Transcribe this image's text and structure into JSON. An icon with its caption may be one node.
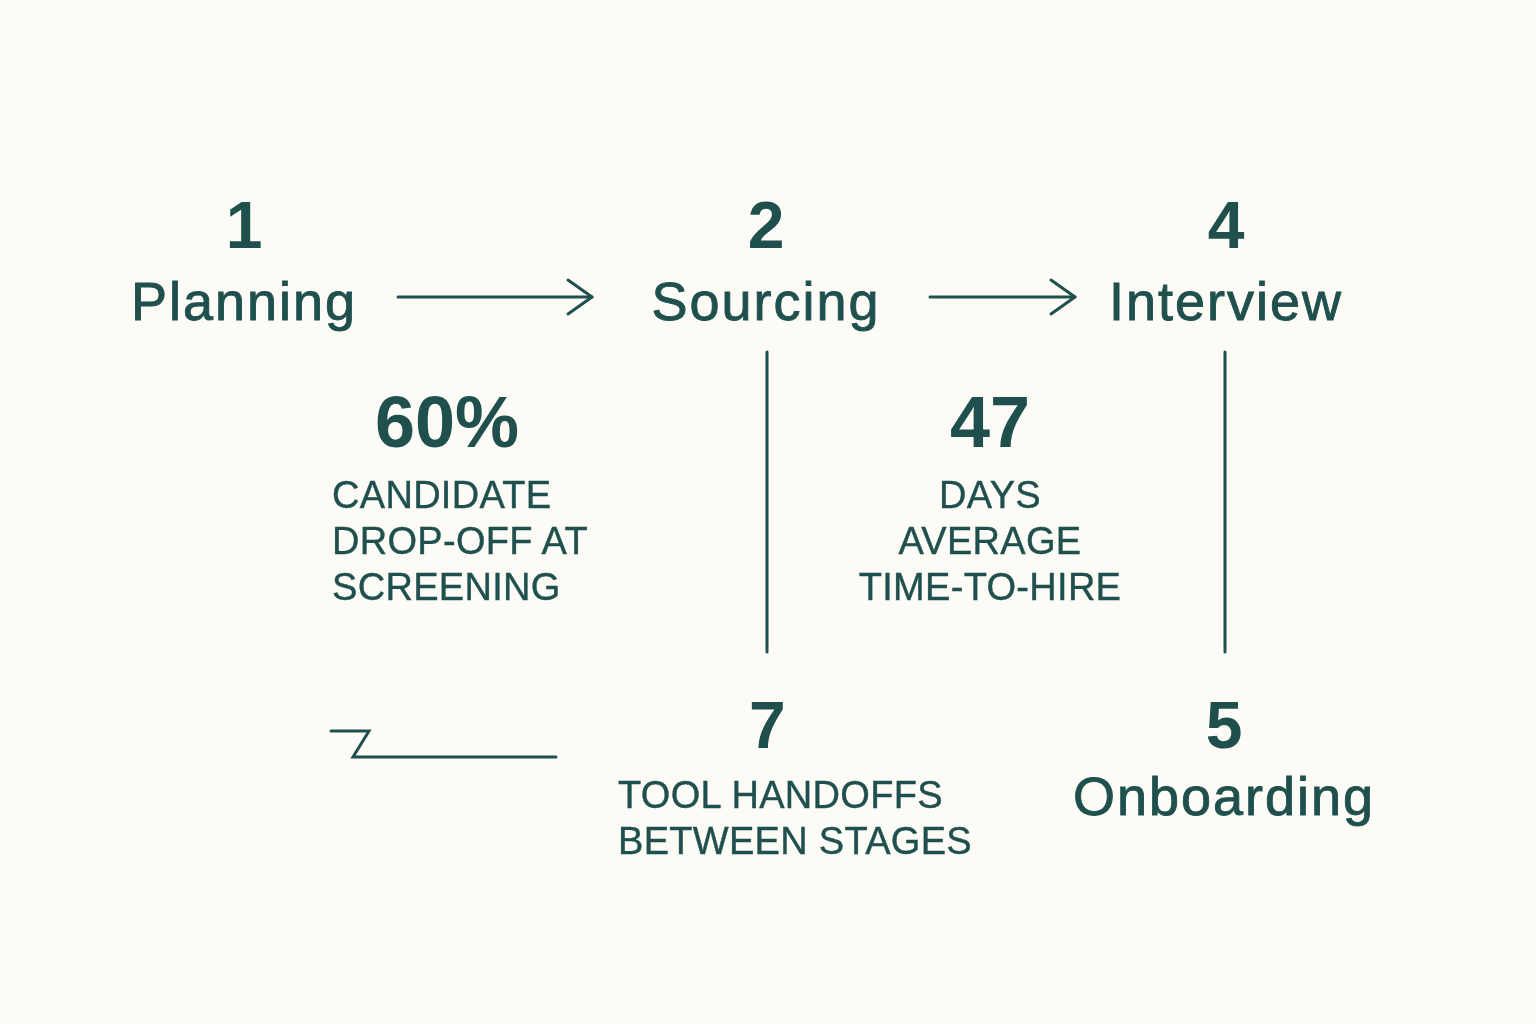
{
  "diagram": {
    "nodes": [
      {
        "text": [
          "1",
          "Planning"
        ]
      },
      {
        "text": [
          "2",
          "Sourcing"
        ]
      },
      {
        "text": [
          "4",
          "Interview"
        ]
      },
      {
        "text": [
          "60%",
          "CANDIDATE DROP-OFF AT SCREENING"
        ]
      },
      {
        "text": [
          "47",
          "DAYS AVERAGE TIME-TO-HIRE"
        ]
      },
      {
        "text": [
          "7",
          "TOOL HANDOFFS BETWEEN STAGES"
        ]
      },
      {
        "text": [
          "5",
          "Onboarding"
        ]
      }
    ],
    "edges": [
      {
        "from": 0,
        "to": 1,
        "arrow": "to"
      },
      {
        "from": 1,
        "to": 2,
        "arrow": "to"
      },
      {
        "from": 1,
        "to": 5,
        "arrow": "none"
      },
      {
        "from": 2,
        "to": 6,
        "arrow": "none"
      },
      {
        "from": 5,
        "to": null,
        "arrow": "none"
      }
    ]
  }
}
